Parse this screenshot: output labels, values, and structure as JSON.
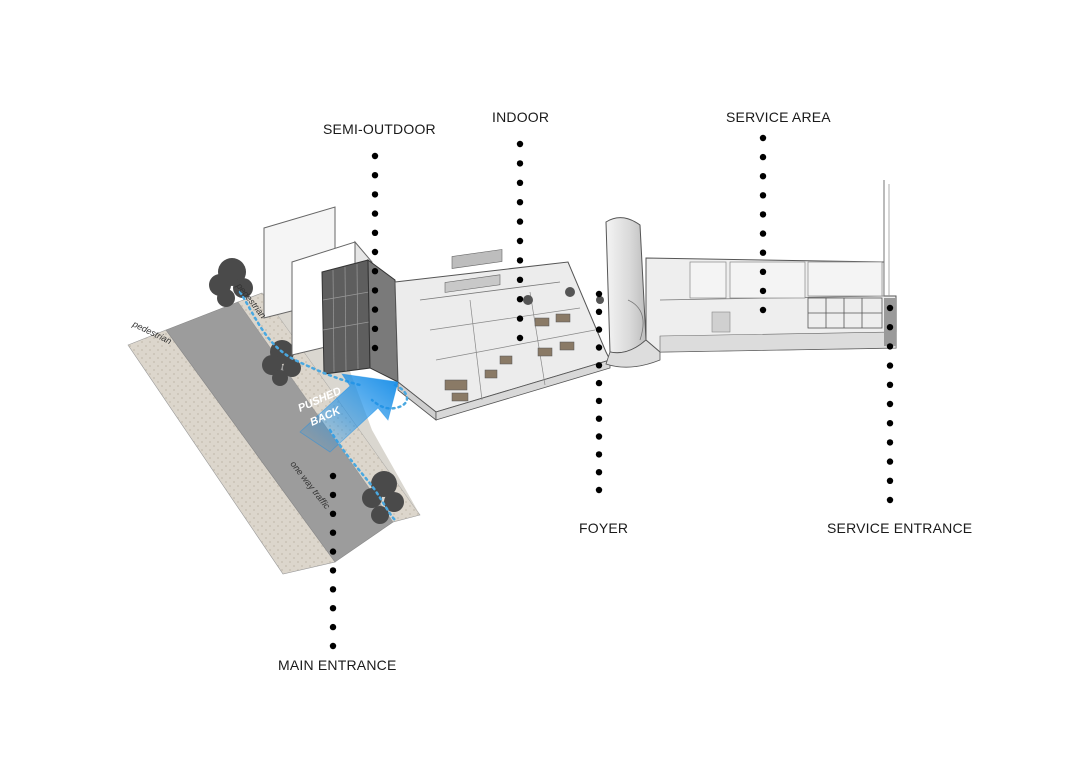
{
  "labels": {
    "semi_outdoor": "SEMI-OUTDOOR",
    "indoor": "INDOOR",
    "service_area": "SERVICE AREA",
    "foyer": "FOYER",
    "service_entrance": "SERVICE ENTRANCE",
    "main_entrance": "MAIN ENTRANCE"
  },
  "annotations": {
    "pedestrian_left": "pedestrian",
    "pedestrian_path": "pedestrian",
    "one_way_traffic": "one way traffic",
    "pushed_back_line1": "PUSHED",
    "pushed_back_line2": "BACK"
  },
  "colors": {
    "accent_blue": "#1a8fe8",
    "path_blue": "#4aa8e0",
    "road": "#9a9a9a",
    "pavement": "#d8d2c8",
    "building_line": "#555555",
    "dot": "#000000"
  }
}
